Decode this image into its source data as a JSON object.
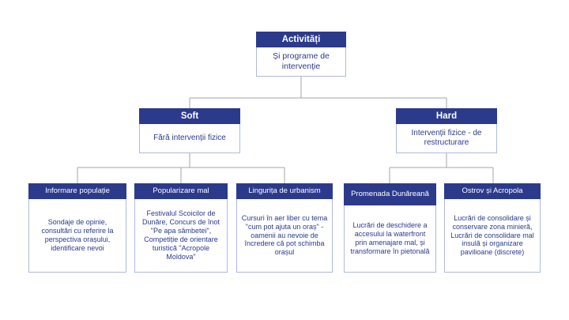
{
  "diagram": {
    "title": "Activități",
    "colors": {
      "header_fill": "#2c3a8c",
      "header_text": "#ffffff",
      "body_text": "#2c3a8c",
      "body_border": "#aebadf",
      "connector": "#a6a6a6",
      "background": "#ffffff"
    },
    "root": {
      "head": "Activități",
      "body": "Și programe de intervenție"
    },
    "branches": [
      {
        "head": "Soft",
        "body": "Fără intervenții fizice",
        "children": [
          {
            "head": "Informare populație",
            "body": "Sondaje de opinie, consultări cu referire la perspectiva orașului, identificare nevoi"
          },
          {
            "head": "Popularizare mal",
            "body": "Festivalul Scoicilor de Dunăre, Concurs de înot \"Pe apa sâmbetei\", Competiție de orientare turistică \"Acropole Moldova\""
          },
          {
            "head": "Lingurița de urbanism",
            "body": "Cursuri în aer liber cu tema \"cum pot ajuta un oraș\" - oamenii au nevoie de încredere că pot schimba orașul"
          }
        ]
      },
      {
        "head": "Hard",
        "body": "Intervenții fizice - de restructurare",
        "children": [
          {
            "head": "Promenada Dunăreană",
            "body": "Lucrări de deschidere a accesului la waterfront prin amenajare mal, și transformare în pietonală"
          },
          {
            "head": "Ostrov și Acropola",
            "body": "Lucrări de consolidare și conservare zona minieră, Lucrări de consolidare mal insulă și organizare pavilioane (discrete)"
          }
        ]
      }
    ]
  }
}
